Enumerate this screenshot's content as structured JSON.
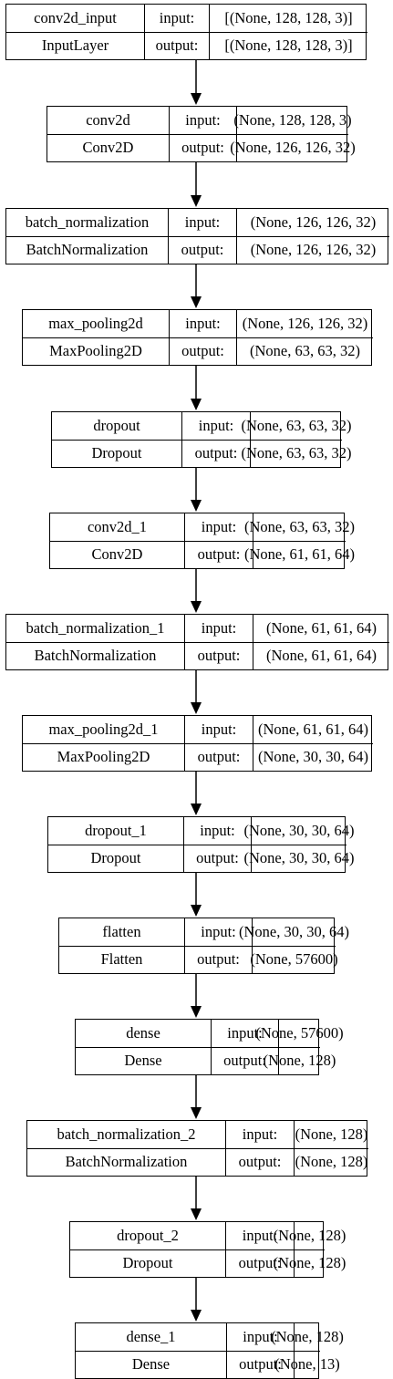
{
  "layers": [
    {
      "name": "conv2d_input",
      "type": "InputLayer",
      "input_label": "input:",
      "output_label": "output:",
      "input_shape": "[(None, 128, 128, 3)]",
      "output_shape": "[(None, 128, 128, 3)]"
    },
    {
      "name": "conv2d",
      "type": "Conv2D",
      "input_label": "input:",
      "output_label": "output:",
      "input_shape": "(None, 128, 128, 3)",
      "output_shape": "(None, 126, 126, 32)"
    },
    {
      "name": "batch_normalization",
      "type": "BatchNormalization",
      "input_label": "input:",
      "output_label": "output:",
      "input_shape": "(None, 126, 126, 32)",
      "output_shape": "(None, 126, 126, 32)"
    },
    {
      "name": "max_pooling2d",
      "type": "MaxPooling2D",
      "input_label": "input:",
      "output_label": "output:",
      "input_shape": "(None, 126, 126, 32)",
      "output_shape": "(None, 63, 63, 32)"
    },
    {
      "name": "dropout",
      "type": "Dropout",
      "input_label": "input:",
      "output_label": "output:",
      "input_shape": "(None, 63, 63, 32)",
      "output_shape": "(None, 63, 63, 32)"
    },
    {
      "name": "conv2d_1",
      "type": "Conv2D",
      "input_label": "input:",
      "output_label": "output:",
      "input_shape": "(None, 63, 63, 32)",
      "output_shape": "(None, 61, 61, 64)"
    },
    {
      "name": "batch_normalization_1",
      "type": "BatchNormalization",
      "input_label": "input:",
      "output_label": "output:",
      "input_shape": "(None, 61, 61, 64)",
      "output_shape": "(None, 61, 61, 64)"
    },
    {
      "name": "max_pooling2d_1",
      "type": "MaxPooling2D",
      "input_label": "input:",
      "output_label": "output:",
      "input_shape": "(None, 61, 61, 64)",
      "output_shape": "(None, 30, 30, 64)"
    },
    {
      "name": "dropout_1",
      "type": "Dropout",
      "input_label": "input:",
      "output_label": "output:",
      "input_shape": "(None, 30, 30, 64)",
      "output_shape": "(None, 30, 30, 64)"
    },
    {
      "name": "flatten",
      "type": "Flatten",
      "input_label": "input:",
      "output_label": "output:",
      "input_shape": "(None, 30, 30, 64)",
      "output_shape": "(None, 57600)"
    },
    {
      "name": "dense",
      "type": "Dense",
      "input_label": "input:",
      "output_label": "output:",
      "input_shape": "(None, 57600)",
      "output_shape": "(None, 128)"
    },
    {
      "name": "batch_normalization_2",
      "type": "BatchNormalization",
      "input_label": "input:",
      "output_label": "output:",
      "input_shape": "(None, 128)",
      "output_shape": "(None, 128)"
    },
    {
      "name": "dropout_2",
      "type": "Dropout",
      "input_label": "input:",
      "output_label": "output:",
      "input_shape": "(None, 128)",
      "output_shape": "(None, 128)"
    },
    {
      "name": "dense_1",
      "type": "Dense",
      "input_label": "input:",
      "output_label": "output:",
      "input_shape": "(None, 128)",
      "output_shape": "(None, 13)"
    }
  ],
  "colors": {
    "line": "#000000",
    "background": "#ffffff",
    "text": "#000000"
  }
}
